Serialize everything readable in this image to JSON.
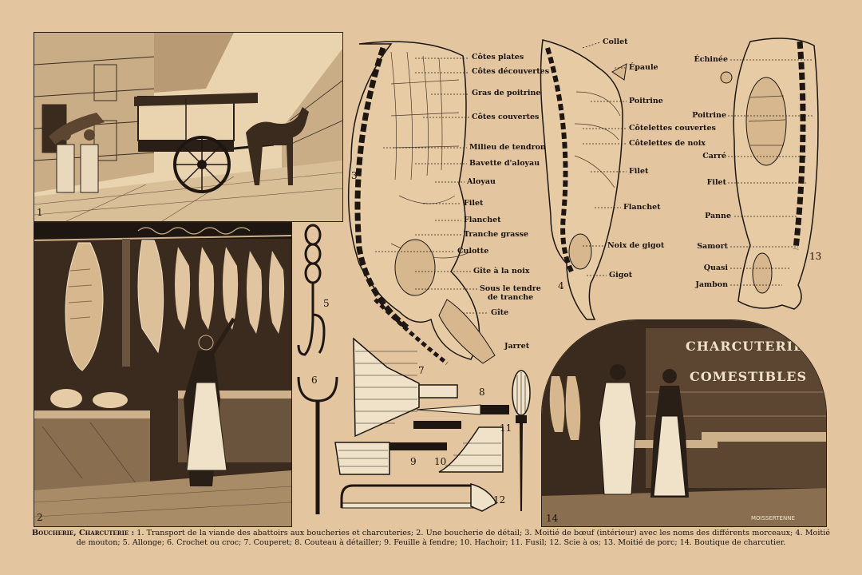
{
  "caption": {
    "lead": "Boucherie, Charcuterie :",
    "text": " 1. Transport de la viande des abattoirs aux boucheries et charcuteries; 2. Une boucherie de détail; 3. Moitié de bœuf (intérieur) avec les noms des différents morceaux; 4. Moitié de mouton; 5. Allonge; 6. Crochet ou croc; 7. Couperet; 8. Couteau à détailler; 9. Feuille à fendre; 10. Hachoir; 11. Fusil; 12. Scie à os; 13. Moitié de porc; 14. Boutique de charcutier."
  },
  "figure_numbers": [
    "1",
    "2",
    "3",
    "4",
    "5",
    "6",
    "7",
    "8",
    "9",
    "10",
    "11",
    "12",
    "13",
    "14"
  ],
  "beef_labels": [
    "Côtes plates",
    "Côtes découvertes",
    "Gras de poitrine",
    "Côtes couvertes",
    "Milieu de tendron",
    "Bavette d'aloyau",
    "Aloyau",
    "Filet",
    "Flanchet",
    "Tranche grasse",
    "Culotte",
    "Gîte à la noix",
    "Sous le tendre",
    "de tranche",
    "Gîte",
    "Jarret"
  ],
  "mutton_labels": [
    "Collet",
    "Épaule",
    "Poitrine",
    "Côtelettes couvertes",
    "Côtelettes de noix",
    "Filet",
    "Flanchet",
    "Noix de gigot",
    "Gigot"
  ],
  "pork_labels": [
    "Échinée",
    "Poitrine",
    "Carré",
    "Filet",
    "Panne",
    "Samort",
    "Quasi",
    "Jambon"
  ],
  "shop_sign": [
    "CHARCUTERIE",
    "COMESTIBLES"
  ],
  "signature": "MOISSERTENNE"
}
